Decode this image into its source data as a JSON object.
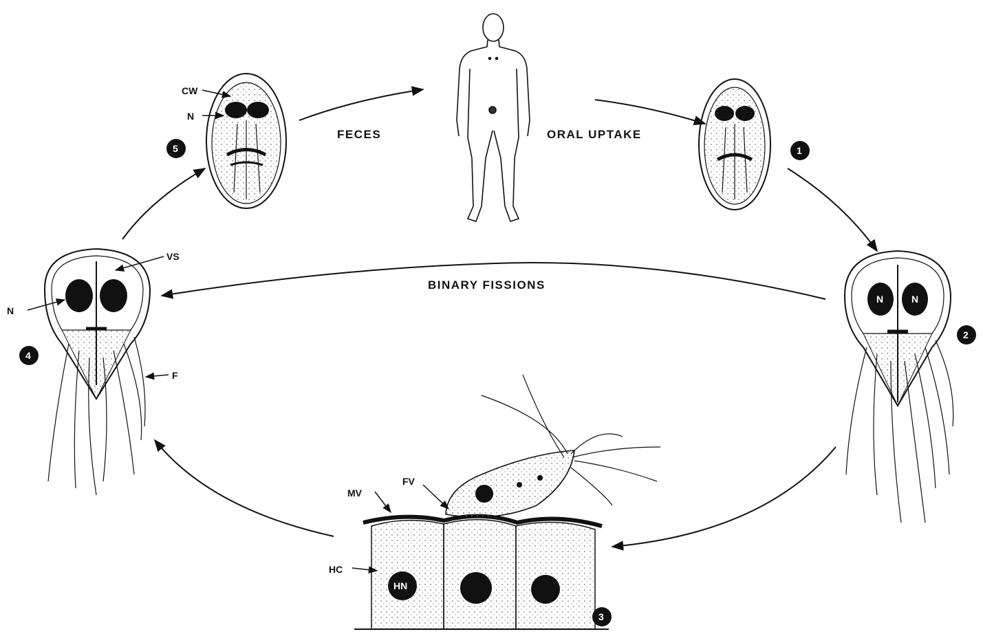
{
  "labels": {
    "feces": "FECES",
    "oral_uptake": "ORAL UPTAKE",
    "binary_fissions": "BINARY FISSIONS",
    "cw": "CW",
    "n_cyst": "N",
    "vs": "VS",
    "n_troph": "N",
    "f": "F",
    "mv": "MV",
    "fv": "FV",
    "hc": "HC",
    "hn": "HN",
    "n_left": "N",
    "n_right": "N"
  },
  "steps": [
    "1",
    "2",
    "3",
    "4",
    "5"
  ],
  "colors": {
    "ink": "#111111",
    "stipple": "#d9d9d9",
    "paper": "#ffffff"
  }
}
